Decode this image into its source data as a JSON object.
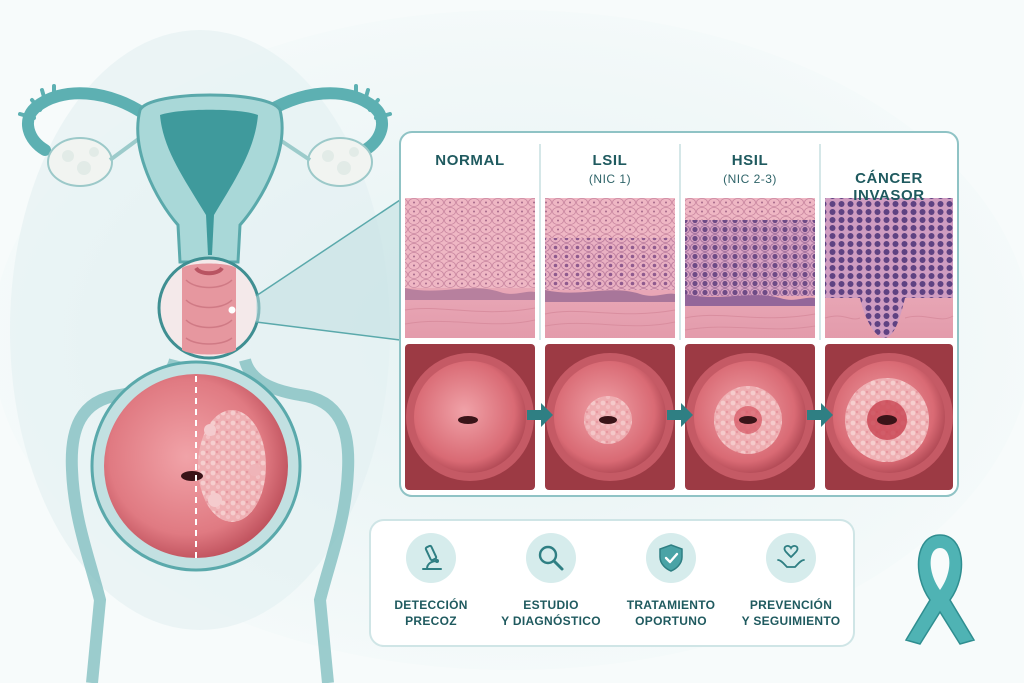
{
  "stages": [
    {
      "name": "NORMAL",
      "sub": ""
    },
    {
      "name": "LSIL",
      "sub": "(NIC 1)"
    },
    {
      "name": "HSIL",
      "sub": "(NIC 2-3)"
    },
    {
      "name": "CÁNCER\nINVASOR",
      "sub": ""
    }
  ],
  "steps": [
    {
      "label": "DETECCIÓN\nPRECOZ",
      "icon": "microscope-icon"
    },
    {
      "label": "ESTUDIO\nY DIAGNÓSTICO",
      "icon": "magnifier-icon"
    },
    {
      "label": "TRATAMIENTO\nOPORTUNO",
      "icon": "shield-check-icon"
    },
    {
      "label": "PREVENCIÓN\nY SEGUIMIENTO",
      "icon": "heart-hands-icon"
    }
  ],
  "colors": {
    "teal": "#4aa3a6",
    "teal_dark": "#1f5a5f",
    "tissue_pink": "#e7a9b6",
    "cervix_red": "#d9636f",
    "ribbon": "#4fb3b4"
  }
}
